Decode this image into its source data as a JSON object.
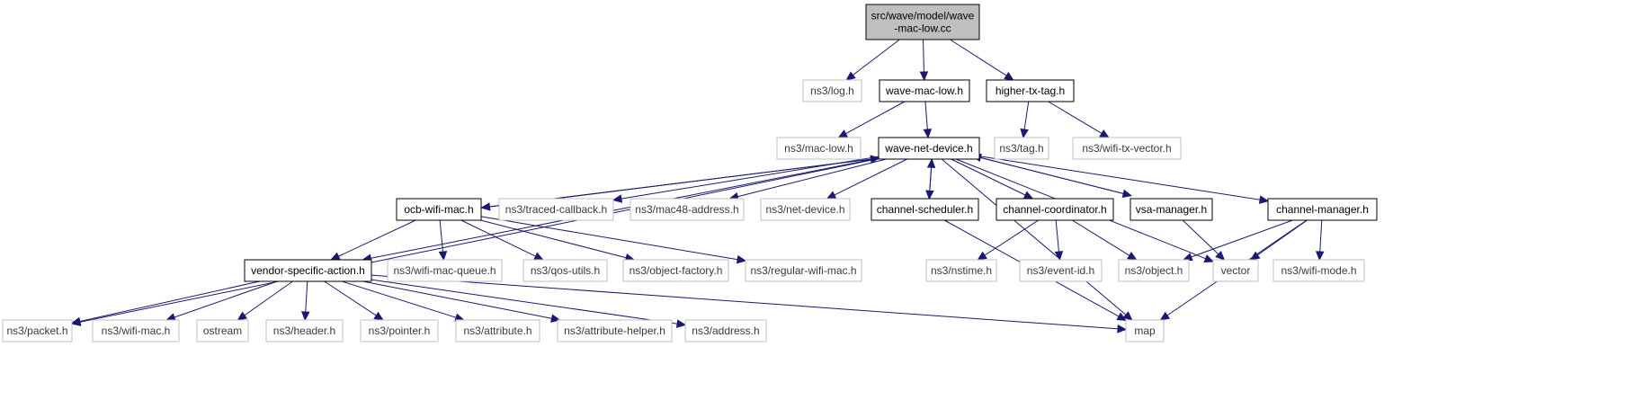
{
  "colors": {
    "edge": "#191970",
    "root_fill": "#bfbfbf",
    "internal_border": "#000000",
    "external_border": "#bfbfbf"
  },
  "nodes": [
    {
      "id": "root",
      "lines": [
        "src/wave/model/wave",
        "-mac-low.cc"
      ],
      "kind": "root"
    },
    {
      "id": "log",
      "lines": [
        "ns3/log.h"
      ],
      "kind": "external"
    },
    {
      "id": "wml",
      "lines": [
        "wave-mac-low.h"
      ],
      "kind": "internal"
    },
    {
      "id": "htt",
      "lines": [
        "higher-tx-tag.h"
      ],
      "kind": "internal"
    },
    {
      "id": "maclow",
      "lines": [
        "ns3/mac-low.h"
      ],
      "kind": "external"
    },
    {
      "id": "wnd",
      "lines": [
        "wave-net-device.h"
      ],
      "kind": "internal"
    },
    {
      "id": "tag",
      "lines": [
        "ns3/tag.h"
      ],
      "kind": "external"
    },
    {
      "id": "wtv",
      "lines": [
        "ns3/wifi-tx-vector.h"
      ],
      "kind": "external"
    },
    {
      "id": "ocb",
      "lines": [
        "ocb-wifi-mac.h"
      ],
      "kind": "internal"
    },
    {
      "id": "tcb",
      "lines": [
        "ns3/traced-callback.h"
      ],
      "kind": "external"
    },
    {
      "id": "m48",
      "lines": [
        "ns3/mac48-address.h"
      ],
      "kind": "external"
    },
    {
      "id": "nd",
      "lines": [
        "ns3/net-device.h"
      ],
      "kind": "external"
    },
    {
      "id": "cs",
      "lines": [
        "channel-scheduler.h"
      ],
      "kind": "internal"
    },
    {
      "id": "cc",
      "lines": [
        "channel-coordinator.h"
      ],
      "kind": "internal"
    },
    {
      "id": "vsam",
      "lines": [
        "vsa-manager.h"
      ],
      "kind": "internal"
    },
    {
      "id": "cm",
      "lines": [
        "channel-manager.h"
      ],
      "kind": "internal"
    },
    {
      "id": "vsa",
      "lines": [
        "vendor-specific-action.h"
      ],
      "kind": "internal"
    },
    {
      "id": "wmq",
      "lines": [
        "ns3/wifi-mac-queue.h"
      ],
      "kind": "external"
    },
    {
      "id": "qos",
      "lines": [
        "ns3/qos-utils.h"
      ],
      "kind": "external"
    },
    {
      "id": "of",
      "lines": [
        "ns3/object-factory.h"
      ],
      "kind": "external"
    },
    {
      "id": "rwm",
      "lines": [
        "ns3/regular-wifi-mac.h"
      ],
      "kind": "external"
    },
    {
      "id": "nst",
      "lines": [
        "ns3/nstime.h"
      ],
      "kind": "external"
    },
    {
      "id": "eid",
      "lines": [
        "ns3/event-id.h"
      ],
      "kind": "external"
    },
    {
      "id": "obj",
      "lines": [
        "ns3/object.h"
      ],
      "kind": "external"
    },
    {
      "id": "vec",
      "lines": [
        "vector"
      ],
      "kind": "external"
    },
    {
      "id": "wm",
      "lines": [
        "ns3/wifi-mode.h"
      ],
      "kind": "external"
    },
    {
      "id": "pkt",
      "lines": [
        "ns3/packet.h"
      ],
      "kind": "external"
    },
    {
      "id": "wmac",
      "lines": [
        "ns3/wifi-mac.h"
      ],
      "kind": "external"
    },
    {
      "id": "ost",
      "lines": [
        "ostream"
      ],
      "kind": "external"
    },
    {
      "id": "hdr",
      "lines": [
        "ns3/header.h"
      ],
      "kind": "external"
    },
    {
      "id": "ptr",
      "lines": [
        "ns3/pointer.h"
      ],
      "kind": "external"
    },
    {
      "id": "attr",
      "lines": [
        "ns3/attribute.h"
      ],
      "kind": "external"
    },
    {
      "id": "ah",
      "lines": [
        "ns3/attribute-helper.h"
      ],
      "kind": "external"
    },
    {
      "id": "addr",
      "lines": [
        "ns3/address.h"
      ],
      "kind": "external"
    },
    {
      "id": "map",
      "lines": [
        "map"
      ],
      "kind": "external"
    }
  ],
  "edges": [
    {
      "from": "root",
      "to": "log"
    },
    {
      "from": "root",
      "to": "wml"
    },
    {
      "from": "root",
      "to": "htt"
    },
    {
      "from": "wml",
      "to": "maclow"
    },
    {
      "from": "wml",
      "to": "wnd"
    },
    {
      "from": "htt",
      "to": "tag"
    },
    {
      "from": "htt",
      "to": "wtv"
    },
    {
      "from": "wnd",
      "to": "ocb"
    },
    {
      "from": "wnd",
      "to": "tcb"
    },
    {
      "from": "wnd",
      "to": "m48"
    },
    {
      "from": "wnd",
      "to": "nd"
    },
    {
      "from": "wnd",
      "to": "cs"
    },
    {
      "from": "wnd",
      "to": "cc"
    },
    {
      "from": "wnd",
      "to": "vsam"
    },
    {
      "from": "wnd",
      "to": "cm"
    },
    {
      "from": "wnd",
      "to": "vsa"
    },
    {
      "from": "wnd",
      "to": "pkt"
    },
    {
      "from": "wnd",
      "to": "vec"
    },
    {
      "from": "wnd",
      "to": "map"
    },
    {
      "from": "ocb",
      "to": "wnd"
    },
    {
      "from": "ocb",
      "to": "vsa"
    },
    {
      "from": "ocb",
      "to": "wmq"
    },
    {
      "from": "ocb",
      "to": "qos"
    },
    {
      "from": "ocb",
      "to": "of"
    },
    {
      "from": "ocb",
      "to": "rwm"
    },
    {
      "from": "cs",
      "to": "wnd"
    },
    {
      "from": "cs",
      "to": "map"
    },
    {
      "from": "cc",
      "to": "nst"
    },
    {
      "from": "cc",
      "to": "eid"
    },
    {
      "from": "cc",
      "to": "obj"
    },
    {
      "from": "vsam",
      "to": "wnd"
    },
    {
      "from": "vsam",
      "to": "vec"
    },
    {
      "from": "cm",
      "to": "obj"
    },
    {
      "from": "cm",
      "to": "vec"
    },
    {
      "from": "cm",
      "to": "wm"
    },
    {
      "from": "cm",
      "to": "map"
    },
    {
      "from": "vsa",
      "to": "pkt"
    },
    {
      "from": "vsa",
      "to": "wmac"
    },
    {
      "from": "vsa",
      "to": "ost"
    },
    {
      "from": "vsa",
      "to": "hdr"
    },
    {
      "from": "vsa",
      "to": "ptr"
    },
    {
      "from": "vsa",
      "to": "attr"
    },
    {
      "from": "vsa",
      "to": "ah"
    },
    {
      "from": "vsa",
      "to": "addr"
    },
    {
      "from": "vsa",
      "to": "map"
    }
  ]
}
